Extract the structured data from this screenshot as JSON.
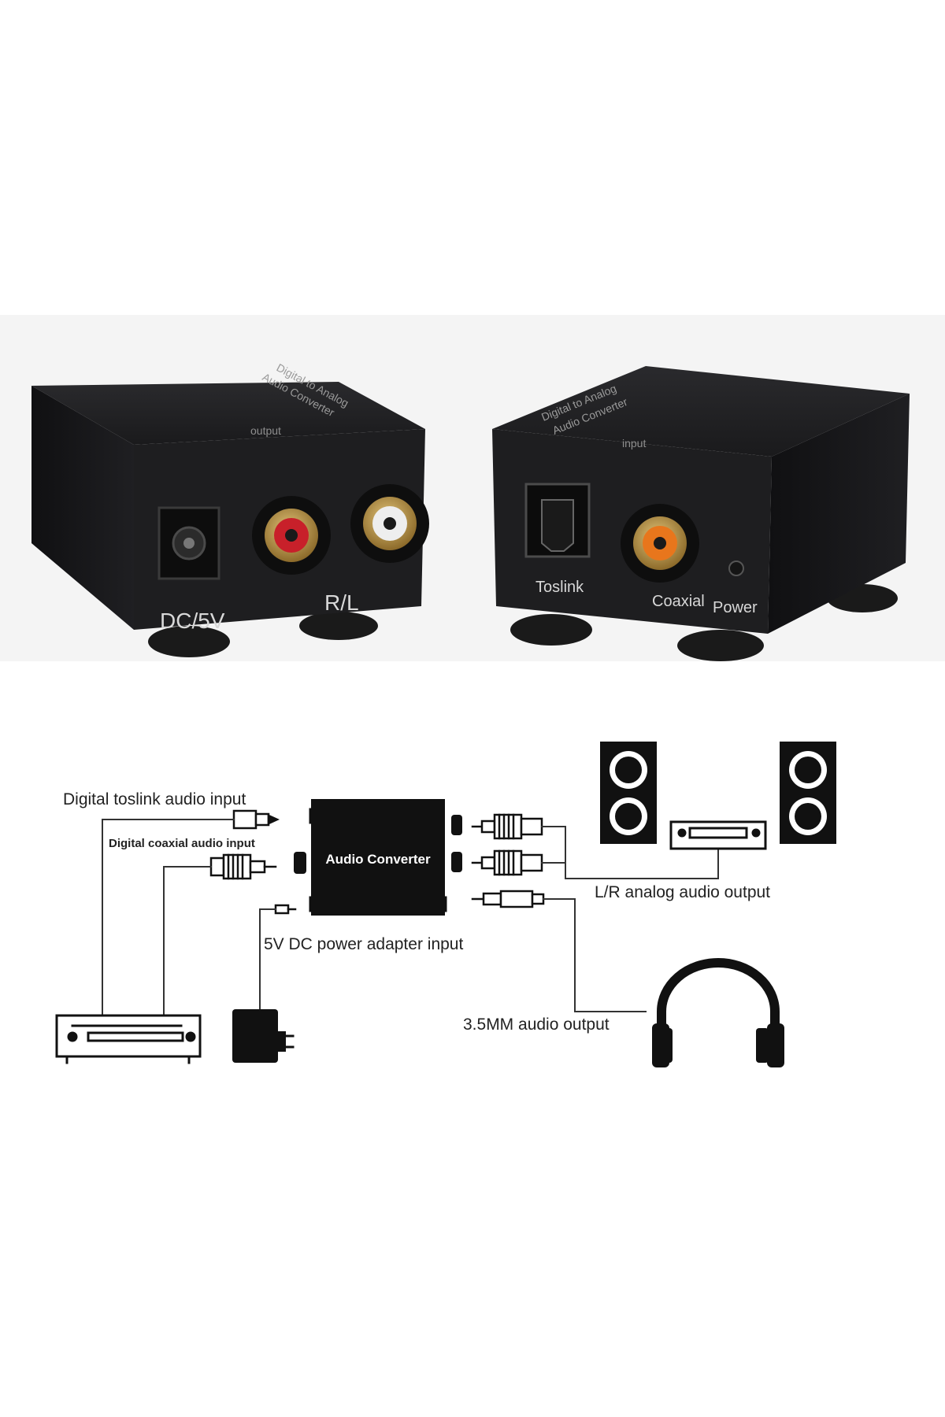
{
  "photo": {
    "output_unit": {
      "top_label_1": "Digital to Analog",
      "top_label_2": "Audio Converter",
      "top_side_label": "output",
      "dc_label": "DC/5V",
      "rl_label": "R/L"
    },
    "input_unit": {
      "top_label_1": "Digital to Analog",
      "top_label_2": "Audio Converter",
      "top_side_label": "input",
      "toslink_label": "Toslink",
      "coaxial_label": "Coaxial",
      "power_label": "Power"
    }
  },
  "diagram": {
    "toslink_input": "Digital  toslink audio input",
    "coaxial_input": "Digital  coaxial audio input",
    "converter": "Audio Converter",
    "power_input": "5V DC power adapter input",
    "lr_output": "L/R analog audio output",
    "mm_output": "3.5MM audio output"
  },
  "colors": {
    "device_body": "#1b1b1d",
    "rca_red": "#c8202a",
    "rca_white": "#eeeeee",
    "rca_orange": "#e8761c",
    "gold": "#b08a3c"
  }
}
